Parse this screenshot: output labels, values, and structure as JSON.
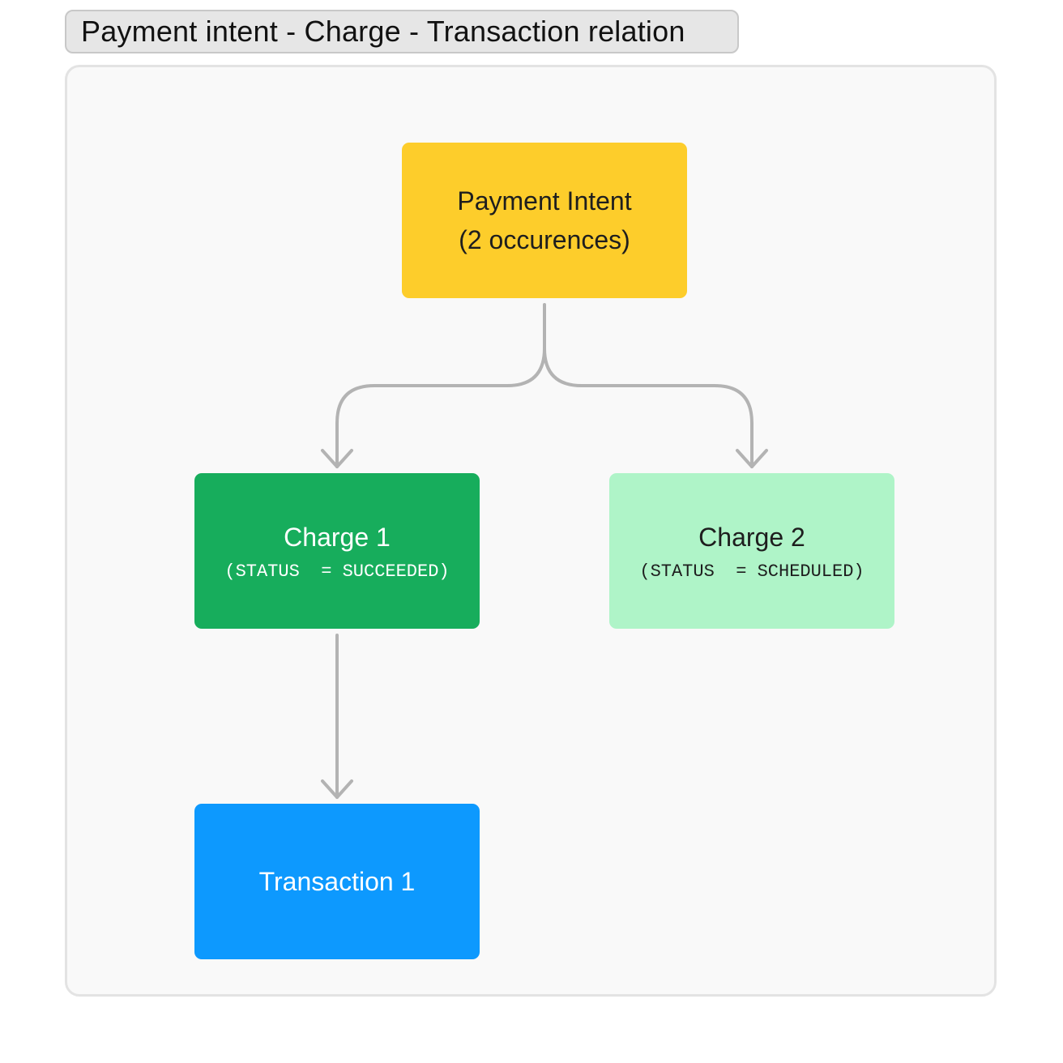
{
  "title": "Payment intent - Charge - Transaction relation",
  "colors": {
    "title_bg": "#e6e6e6",
    "canvas_bg": "#f9f9f9",
    "connector": "#b3b3b3",
    "payment_intent": "#fdcd2b",
    "charge_succeeded": "#17ad5c",
    "charge_scheduled": "#aff4c8",
    "transaction": "#0d99fe"
  },
  "nodes": {
    "payment_intent": {
      "line1": "Payment Intent",
      "line2": "(2 occurences)",
      "bg": "#fdcd2b",
      "text_color": "#1e1e1e"
    },
    "charge_1": {
      "label": "Charge 1",
      "status": "(STATUS  = SUCCEEDED)",
      "bg": "#17ad5c",
      "text_color": "#ffffff"
    },
    "charge_2": {
      "label": "Charge 2",
      "status": "(STATUS  = SCHEDULED)",
      "bg": "#aff4c8",
      "text_color": "#1e1e1e"
    },
    "transaction_1": {
      "label": "Transaction 1",
      "bg": "#0d99fe",
      "text_color": "#ffffff"
    }
  },
  "edges": [
    {
      "from": "payment_intent",
      "to": "charge_1"
    },
    {
      "from": "payment_intent",
      "to": "charge_2"
    },
    {
      "from": "charge_1",
      "to": "transaction_1"
    }
  ]
}
